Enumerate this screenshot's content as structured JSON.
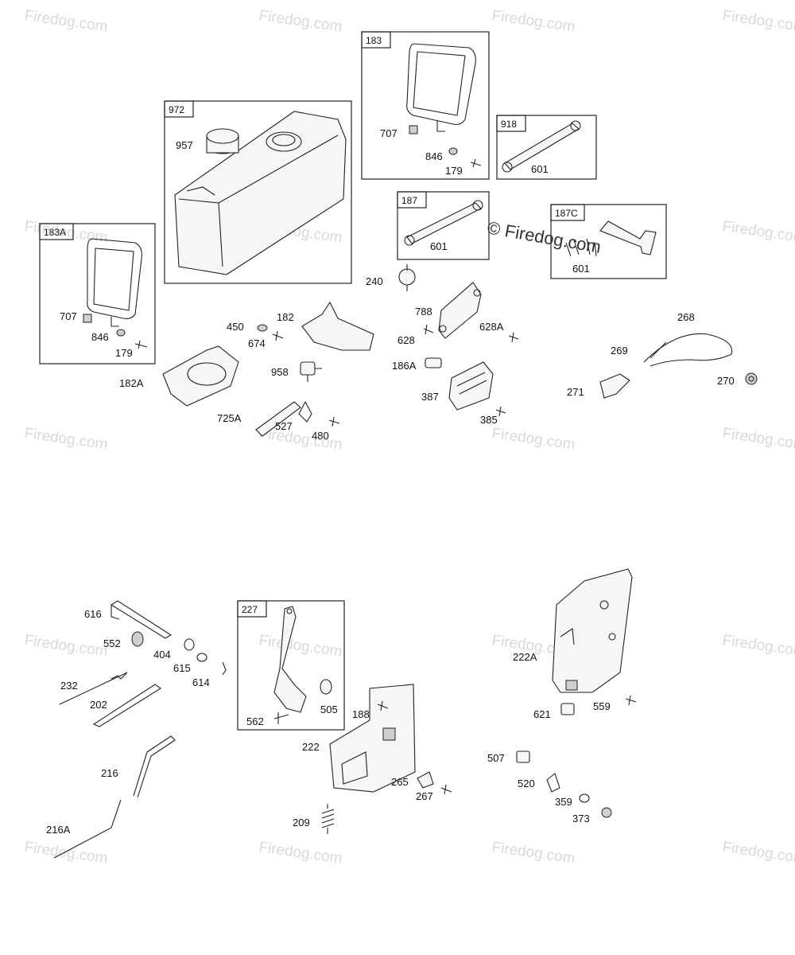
{
  "watermark_text": "Firedog.com",
  "copyright_text": "© Firedog.com",
  "boxes": [
    {
      "id": "972"
    },
    {
      "id": "183"
    },
    {
      "id": "918"
    },
    {
      "id": "183A"
    },
    {
      "id": "187"
    },
    {
      "id": "187C"
    },
    {
      "id": "227"
    }
  ],
  "labels": {
    "l957": "957",
    "l707a": "707",
    "l846a": "846",
    "l179a": "179",
    "l601a": "601",
    "l601b": "601",
    "l601c": "601",
    "l707b": "707",
    "l846b": "846",
    "l179b": "179",
    "l240": "240",
    "l788": "788",
    "l628": "628",
    "l628A": "628A",
    "l186A": "186A",
    "l387": "387",
    "l385": "385",
    "l450": "450",
    "l674": "674",
    "l182": "182",
    "l182A": "182A",
    "l958": "958",
    "l725A": "725A",
    "l527": "527",
    "l480": "480",
    "l268": "268",
    "l269": "269",
    "l271": "271",
    "l270": "270",
    "l616": "616",
    "l552": "552",
    "l404": "404",
    "l615": "615",
    "l614": "614",
    "l232": "232",
    "l202": "202",
    "l216": "216",
    "l216A": "216A",
    "l562": "562",
    "l505": "505",
    "l188": "188",
    "l222": "222",
    "l265": "265",
    "l267": "267",
    "l209": "209",
    "l222A": "222A",
    "l621": "621",
    "l559": "559",
    "l507": "507",
    "l520": "520",
    "l359": "359",
    "l373": "373"
  }
}
